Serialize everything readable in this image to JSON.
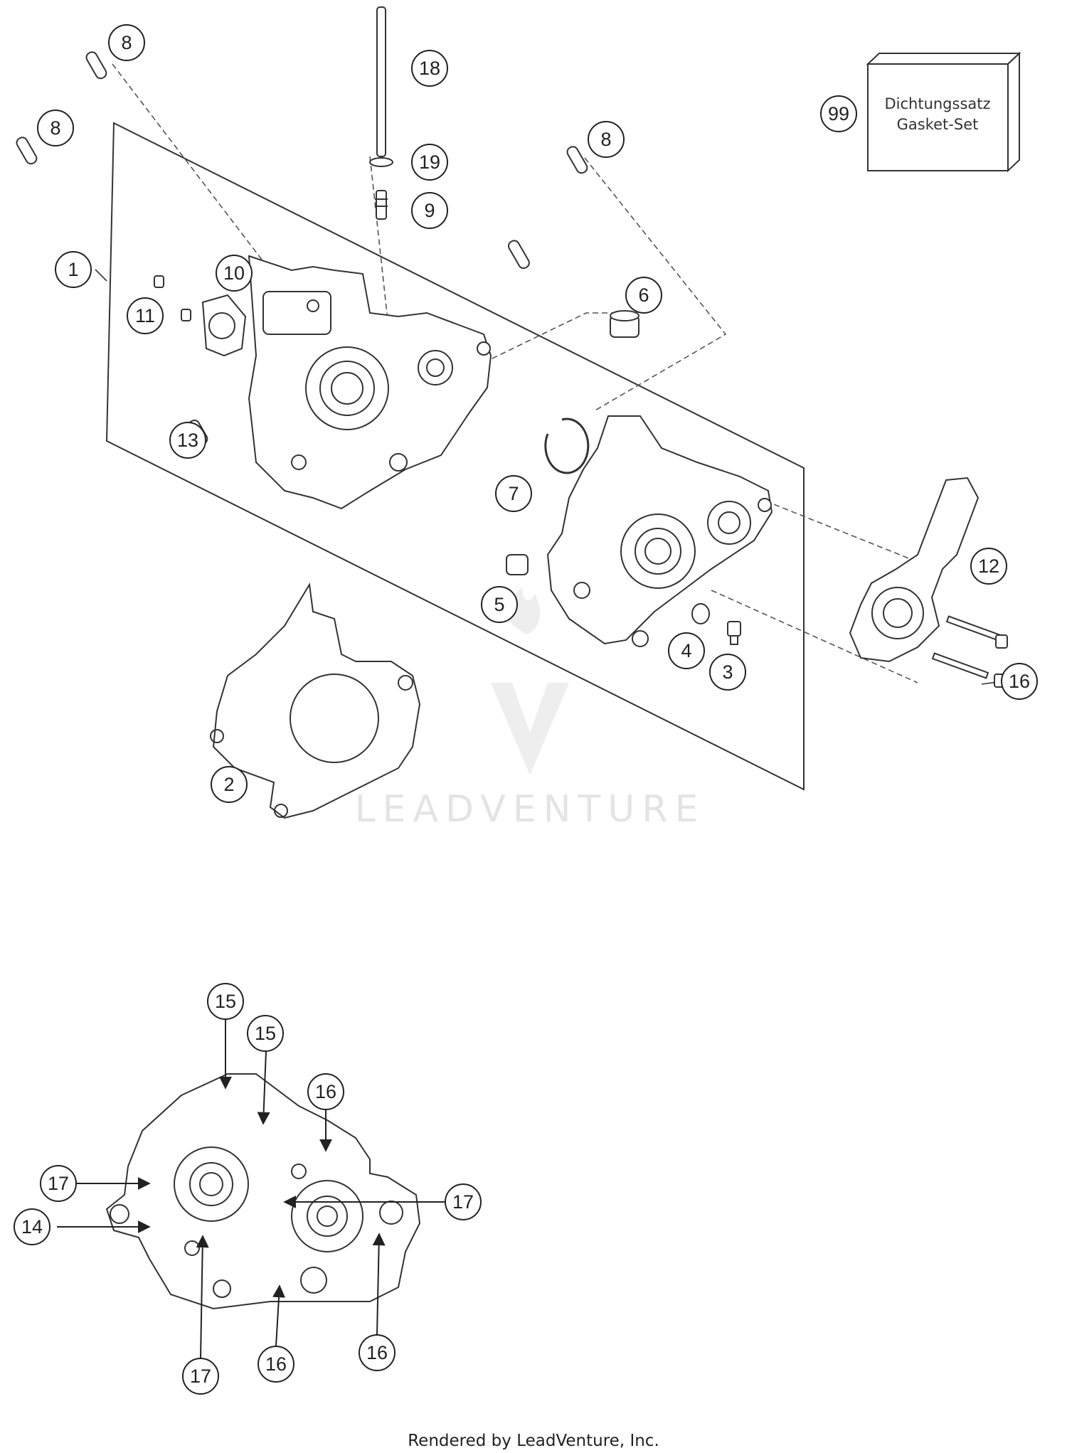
{
  "watermark": {
    "text": "LEADVENTURE"
  },
  "footer": {
    "text": "Rendered by LeadVenture, Inc."
  },
  "gasket_kit": {
    "line1": "Dichtungssatz",
    "line2": "Gasket-Set"
  },
  "callouts": [
    "1",
    "2",
    "3",
    "4",
    "5",
    "6",
    "7",
    "8",
    "9",
    "10",
    "11",
    "12",
    "13",
    "14",
    "15",
    "16",
    "17",
    "18",
    "19",
    "99"
  ]
}
